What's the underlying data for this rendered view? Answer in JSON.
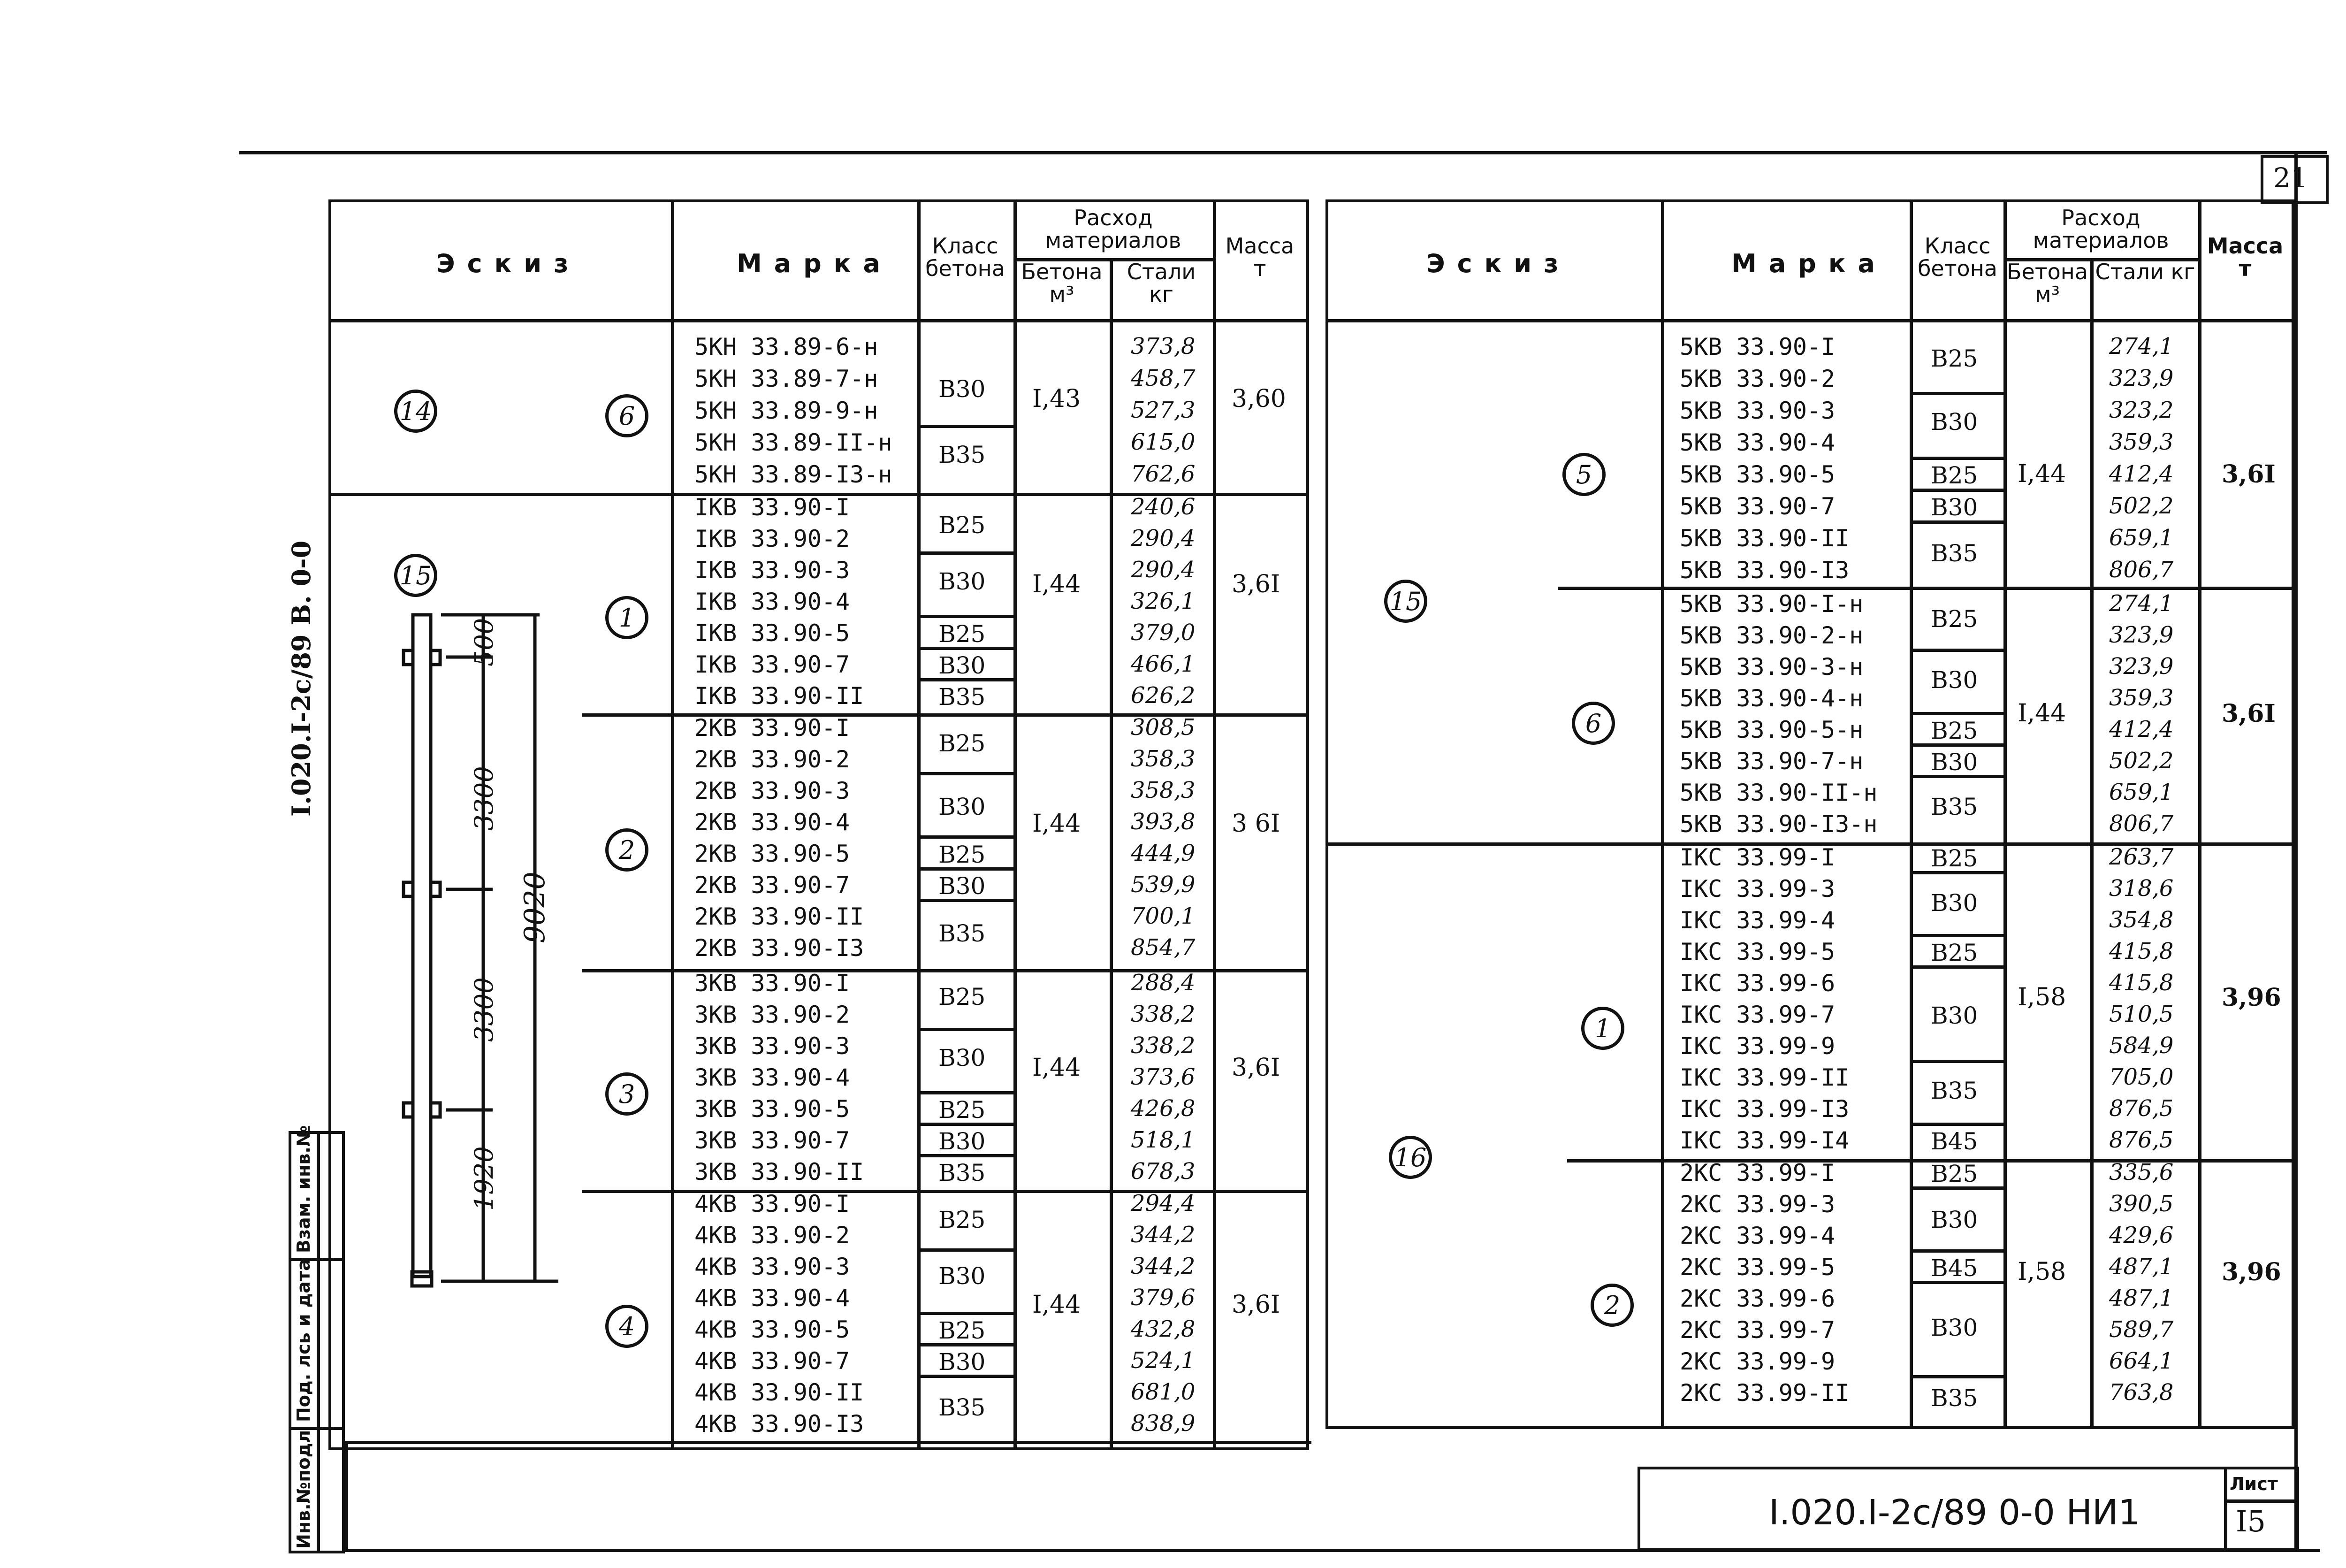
{
  "page_number": "21",
  "side_label": "I.020.I-2c/89 B. 0-0",
  "stamp_labels": [
    "Инв.№подл",
    "Под. лсь и дата",
    "Взам. инв.№"
  ],
  "footer": {
    "code": "I.020.I-2c/89 0-0 НИ1",
    "sheet_label": "Лист",
    "sheet_number": "I5"
  },
  "headers": {
    "sketch": "Эскиз",
    "mark": "Марка",
    "concrete_class": "Класс бетона",
    "materials": "Расход материалов",
    "concrete_vol": "Бетона м³",
    "steel": "Стали кг",
    "mass": "Масса т"
  },
  "left_table": {
    "groups": [
      {
        "num": "6",
        "sketch_num": "14",
        "concrete": "I,43",
        "mass": "3,60",
        "rows": [
          {
            "mark": "5КН 33.89-6-н",
            "steel": "373,8"
          },
          {
            "mark": "5КН 33.89-7-н",
            "steel": "458,7"
          },
          {
            "mark": "5КН 33.89-9-н",
            "steel": "527,3"
          },
          {
            "mark": "5КН 33.89-II-н",
            "steel": "615,0"
          },
          {
            "mark": "5КН 33.89-I3-н",
            "steel": "762,6"
          }
        ],
        "classes": [
          "B30",
          "B35"
        ]
      },
      {
        "num": "1",
        "sketch_num": "15",
        "concrete": "I,44",
        "mass": "3,6I",
        "rows": [
          {
            "mark": "IКВ 33.90-I",
            "steel": "240,6"
          },
          {
            "mark": "IКВ 33.90-2",
            "steel": "290,4"
          },
          {
            "mark": "IКВ 33.90-3",
            "steel": "290,4"
          },
          {
            "mark": "IКВ 33.90-4",
            "steel": "326,1"
          },
          {
            "mark": "IКВ 33.90-5",
            "steel": "379,0"
          },
          {
            "mark": "IКВ 33.90-7",
            "steel": "466,1"
          },
          {
            "mark": "IКВ 33.90-II",
            "steel": "626,2"
          }
        ],
        "classes": [
          "B25",
          "B30",
          "B25",
          "B30",
          "B35"
        ]
      },
      {
        "num": "2",
        "concrete": "I,44",
        "mass": "3 6I",
        "rows": [
          {
            "mark": "2КВ 33.90-I",
            "steel": "308,5"
          },
          {
            "mark": "2КВ 33.90-2",
            "steel": "358,3"
          },
          {
            "mark": "2КВ 33.90-3",
            "steel": "358,3"
          },
          {
            "mark": "2КВ 33.90-4",
            "steel": "393,8"
          },
          {
            "mark": "2КВ 33.90-5",
            "steel": "444,9"
          },
          {
            "mark": "2КВ 33.90-7",
            "steel": "539,9"
          },
          {
            "mark": "2КВ 33.90-II",
            "steel": "700,1"
          },
          {
            "mark": "2КВ 33.90-I3",
            "steel": "854,7"
          }
        ],
        "classes": [
          "B25",
          "B30",
          "B25",
          "B30",
          "B35"
        ]
      },
      {
        "num": "3",
        "concrete": "I,44",
        "mass": "3,6I",
        "rows": [
          {
            "mark": "3КВ 33.90-I",
            "steel": "288,4"
          },
          {
            "mark": "3КВ 33.90-2",
            "steel": "338,2"
          },
          {
            "mark": "3КВ 33.90-3",
            "steel": "338,2"
          },
          {
            "mark": "3КВ 33.90-4",
            "steel": "373,6"
          },
          {
            "mark": "3КВ 33.90-5",
            "steel": "426,8"
          },
          {
            "mark": "3КВ 33.90-7",
            "steel": "518,1"
          },
          {
            "mark": "3КВ 33.90-II",
            "steel": "678,3"
          }
        ],
        "classes": [
          "B25",
          "B30",
          "B25",
          "B30",
          "B35"
        ]
      },
      {
        "num": "4",
        "concrete": "I,44",
        "mass": "3,6I",
        "rows": [
          {
            "mark": "4КВ 33.90-I",
            "steel": "294,4"
          },
          {
            "mark": "4КВ 33.90-2",
            "steel": "344,2"
          },
          {
            "mark": "4КВ 33.90-3",
            "steel": "344,2"
          },
          {
            "mark": "4КВ 33.90-4",
            "steel": "379,6"
          },
          {
            "mark": "4КВ 33.90-5",
            "steel": "432,8"
          },
          {
            "mark": "4КВ 33.90-7",
            "steel": "524,1"
          },
          {
            "mark": "4КВ 33.90-II",
            "steel": "681,0"
          },
          {
            "mark": "4КВ 33.90-I3",
            "steel": "838,9"
          }
        ],
        "classes": [
          "B25",
          "B30",
          "B25",
          "B30",
          "B35"
        ]
      }
    ],
    "dims": [
      "500",
      "3300",
      "9020",
      "3300",
      "1920"
    ]
  },
  "right_table": {
    "groups": [
      {
        "num": "5",
        "sketch_num": "15",
        "concrete": "I,44",
        "mass": "3,6I",
        "rows": [
          {
            "mark": "5КВ 33.90-I",
            "steel": "274,1"
          },
          {
            "mark": "5КВ 33.90-2",
            "steel": "323,9"
          },
          {
            "mark": "5КВ 33.90-3",
            "steel": "323,2"
          },
          {
            "mark": "5КВ 33.90-4",
            "steel": "359,3"
          },
          {
            "mark": "5КВ 33.90-5",
            "steel": "412,4"
          },
          {
            "mark": "5КВ 33.90-7",
            "steel": "502,2"
          },
          {
            "mark": "5КВ 33.90-II",
            "steel": "659,1"
          },
          {
            "mark": "5КВ 33.90-I3",
            "steel": "806,7"
          }
        ],
        "classes": [
          "B25",
          "B30",
          "B25",
          "B30",
          "B35"
        ]
      },
      {
        "num": "6",
        "concrete": "I,44",
        "mass": "3,6I",
        "rows": [
          {
            "mark": "5КВ 33.90-I-н",
            "steel": "274,1"
          },
          {
            "mark": "5КВ 33.90-2-н",
            "steel": "323,9"
          },
          {
            "mark": "5КВ 33.90-3-н",
            "steel": "323,9"
          },
          {
            "mark": "5КВ 33.90-4-н",
            "steel": "359,3"
          },
          {
            "mark": "5КВ 33.90-5-н",
            "steel": "412,4"
          },
          {
            "mark": "5КВ 33.90-7-н",
            "steel": "502,2"
          },
          {
            "mark": "5КВ 33.90-II-н",
            "steel": "659,1"
          },
          {
            "mark": "5КВ 33.90-I3-н",
            "steel": "806,7"
          }
        ],
        "classes": [
          "B25",
          "B30",
          "B25",
          "B30",
          "B35"
        ]
      },
      {
        "num": "1",
        "sketch_num": "16",
        "concrete": "I,58",
        "mass": "3,96",
        "rows": [
          {
            "mark": "IКС 33.99-I",
            "steel": "263,7"
          },
          {
            "mark": "IКС 33.99-3",
            "steel": "318,6"
          },
          {
            "mark": "IКС 33.99-4",
            "steel": "354,8"
          },
          {
            "mark": "IКС 33.99-5",
            "steel": "415,8"
          },
          {
            "mark": "IКС 33.99-6",
            "steel": "415,8"
          },
          {
            "mark": "IКС 33.99-7",
            "steel": "510,5"
          },
          {
            "mark": "IКС 33.99-9",
            "steel": "584,9"
          },
          {
            "mark": "IКС 33.99-II",
            "steel": "705,0"
          },
          {
            "mark": "IКС 33.99-I3",
            "steel": "876,5"
          },
          {
            "mark": "IКС 33.99-I4",
            "steel": "876,5"
          }
        ],
        "classes": [
          "B25",
          "B30",
          "B25",
          "B30",
          "B35",
          "B45"
        ]
      },
      {
        "num": "2",
        "concrete": "I,58",
        "mass": "3,96",
        "rows": [
          {
            "mark": "2КС 33.99-I",
            "steel": "335,6"
          },
          {
            "mark": "2КС 33.99-3",
            "steel": "390,5"
          },
          {
            "mark": "2КС 33.99-4",
            "steel": "429,6"
          },
          {
            "mark": "2КС 33.99-5",
            "steel": "487,1"
          },
          {
            "mark": "2КС 33.99-6",
            "steel": "487,1"
          },
          {
            "mark": "2КС 33.99-7",
            "steel": "589,7"
          },
          {
            "mark": "2КС 33.99-9",
            "steel": "664,1"
          },
          {
            "mark": "2КС 33.99-II",
            "steel": "763,8"
          }
        ],
        "classes": [
          "B25",
          "B30",
          "B45",
          "B30",
          "B35"
        ]
      }
    ]
  }
}
